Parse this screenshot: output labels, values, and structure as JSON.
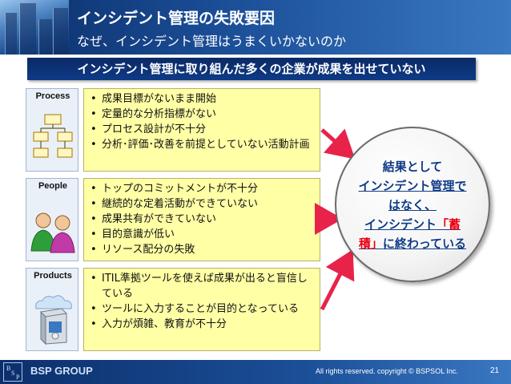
{
  "header": {
    "title": "インシデント管理の失敗要因",
    "subtitle": "なぜ、インシデント管理はうまくいかないのか"
  },
  "banner": {
    "text": "インシデント管理に取り組んだ多くの企業が成果を出せていない"
  },
  "rows": [
    {
      "label": "Process",
      "icon": "process-flow-icon",
      "items": [
        "成果目標がないまま開始",
        "定量的な分析指標がない",
        "プロセス設計が不十分",
        "分析･評価･改善を前提としていない活動計画"
      ]
    },
    {
      "label": "People",
      "icon": "people-icon",
      "items": [
        "トップのコミットメントが不十分",
        "継続的な定着活動ができていない",
        "成果共有ができていない",
        "目的意識が低い",
        "リソース配分の失敗"
      ]
    },
    {
      "label": "Products",
      "icon": "software-product-icon",
      "items": [
        "ITIL準拠ツールを使えば成果が出ると盲信している",
        "ツールに入力することが目的となっている",
        "入力が煩雑、教育が不十分"
      ]
    }
  ],
  "result": {
    "line1": "結果として",
    "line2": "インシデント管理で",
    "line3": "はなく、",
    "line4_a": "インシデント",
    "line4_b": "「蓄",
    "line5_a": "積」",
    "line5_b": "に終わっている"
  },
  "footer": {
    "logo_letters": [
      "B",
      "S",
      "P"
    ],
    "brand": "BSP GROUP",
    "copyright": "All rights reserved. copyright © BSPSOL Inc.",
    "page_number": "21"
  },
  "colors": {
    "header_dark": "#0c2f6b",
    "banner": "#0e3a86",
    "item_box": "#ffffa6",
    "arrow": "#e8234a",
    "accent_red": "#e60012"
  }
}
